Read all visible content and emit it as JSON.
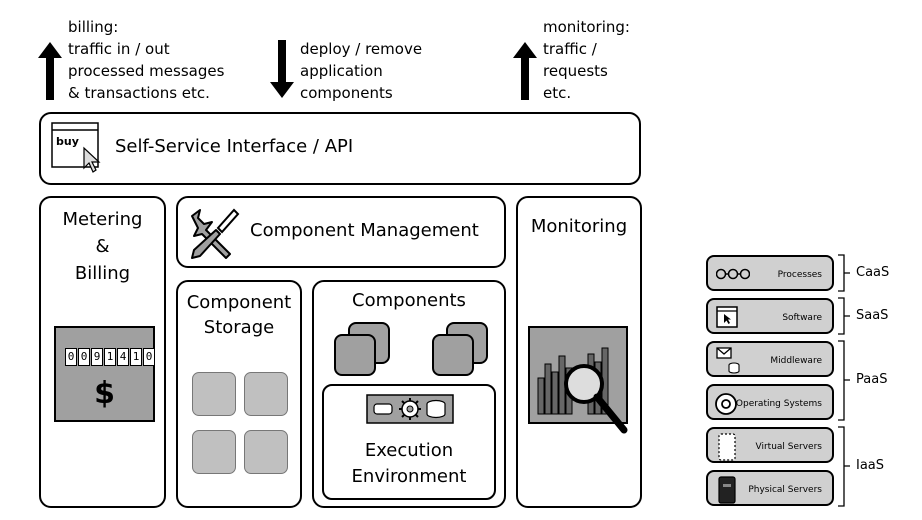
{
  "top_notes": {
    "billing": [
      "billing:",
      "traffic in / out",
      "processed messages",
      "& transactions etc."
    ],
    "deploy": [
      "deploy / remove",
      "application",
      "components"
    ],
    "monitoring": [
      "monitoring:",
      "traffic /",
      "requests",
      "etc."
    ]
  },
  "self_service": {
    "label": "Self-Service Interface / API",
    "buy_label": "buy"
  },
  "metering": {
    "lines": [
      "Metering",
      "&",
      "Billing"
    ],
    "counter_digits": [
      "0",
      "0",
      "9",
      "1",
      "4",
      "1",
      "0"
    ],
    "currency": "$"
  },
  "component_management": {
    "label": "Component Management"
  },
  "component_storage": {
    "lines": [
      "Component",
      "Storage"
    ]
  },
  "components": {
    "label": "Components"
  },
  "execution": {
    "lines": [
      "Execution",
      "Environment"
    ]
  },
  "monitoring_box": {
    "label": "Monitoring"
  },
  "stack": {
    "items": [
      "Processes",
      "Software",
      "Middleware",
      "Operating Systems",
      "Virtual Servers",
      "Physical Servers"
    ],
    "layers": [
      "CaaS",
      "SaaS",
      "PaaS",
      "IaaS"
    ]
  }
}
